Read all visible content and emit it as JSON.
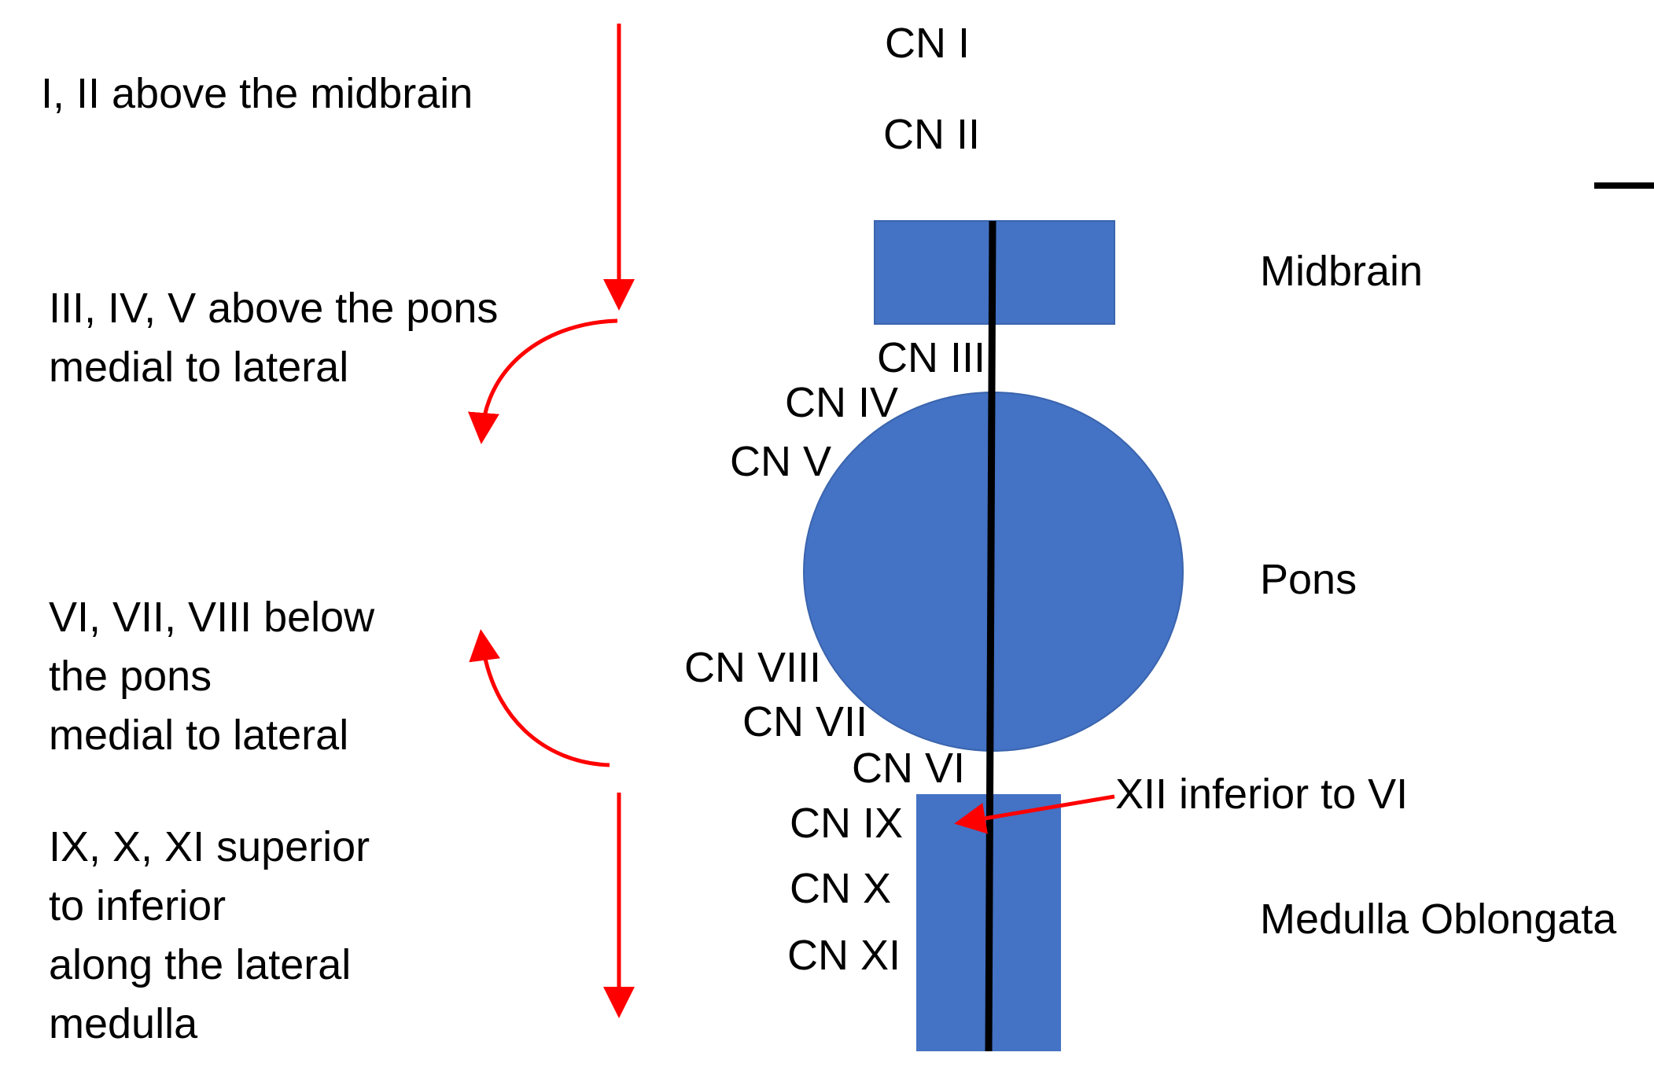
{
  "notes": {
    "n1": [
      "I, II above the midbrain"
    ],
    "n2": [
      "III, IV, V above the pons",
      "medial to lateral"
    ],
    "n3": [
      "VI, VII, VIII below",
      "the pons",
      "medial to lateral"
    ],
    "n4": [
      "IX, X, XI superior",
      "to inferior",
      "along the lateral",
      "medulla"
    ]
  },
  "nerves": {
    "cn1": "CN I",
    "cn2": "CN II",
    "cn3": "CN III",
    "cn4": "CN IV",
    "cn5": "CN V",
    "cn8": "CN VIII",
    "cn7": "CN VII",
    "cn6": "CN VI",
    "cn9": "CN IX",
    "cn10": "CN X",
    "cn11": "CN XI"
  },
  "structures": {
    "midbrain": "Midbrain",
    "pons": "Pons",
    "medulla": "Medulla Oblongata"
  },
  "callout": "XII inferior to VI",
  "colors": {
    "structure": "#4472C4",
    "arrow": "#FF0000",
    "line": "#000000"
  }
}
